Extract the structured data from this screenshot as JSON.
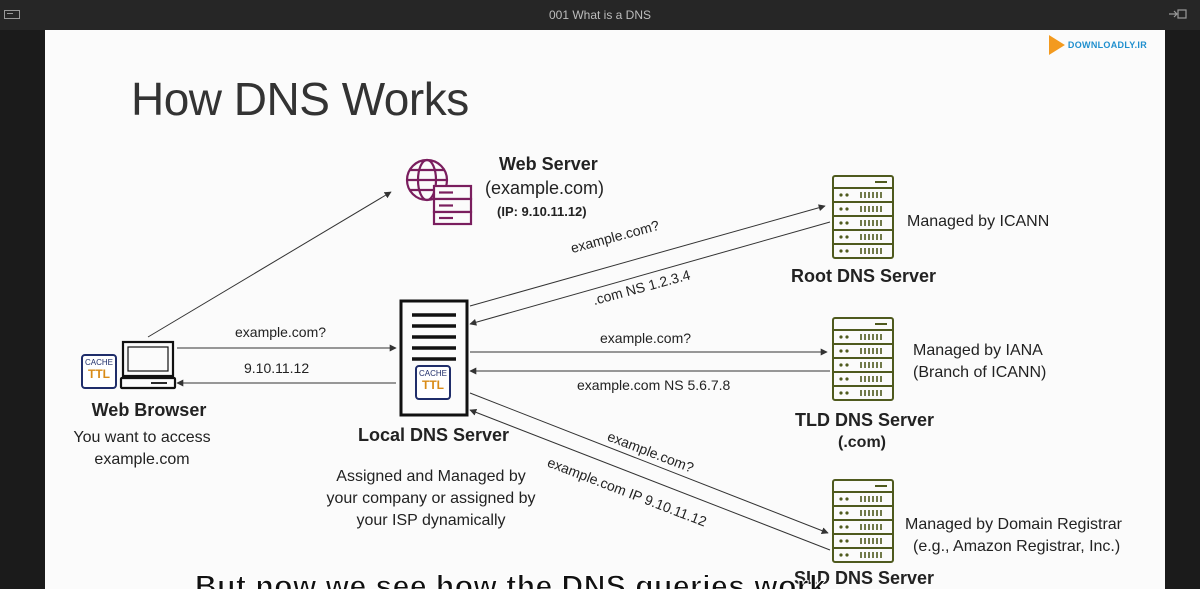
{
  "window": {
    "title": "001 What is a DNS"
  },
  "logo": {
    "text": "DOWNLOADLY.IR"
  },
  "slide": {
    "title": "How DNS Works",
    "web_server": {
      "name": "Web Server",
      "domain": "(example.com)",
      "ip": "(IP: 9.10.11.12)"
    },
    "root_server": {
      "name": "Root DNS Server",
      "note": "Managed by ICANN"
    },
    "tld_server": {
      "name": "TLD DNS Server",
      "sub": "(.com)",
      "note1": "Managed by IANA",
      "note2": "(Branch of ICANN)"
    },
    "sld_server": {
      "name": "SLD DNS Server",
      "note1": "Managed by Domain Registrar",
      "note2": "(e.g., Amazon Registrar, Inc.)"
    },
    "local_server": {
      "name": "Local DNS Server",
      "desc1": "Assigned and Managed by",
      "desc2": "your company or assigned by",
      "desc3": "your ISP dynamically"
    },
    "browser": {
      "name": "Web Browser",
      "desc1": "You want to access",
      "desc2": "example.com"
    },
    "cache": {
      "label": "CACHE",
      "ttl": "TTL"
    },
    "arrows": {
      "browser_query": "example.com?",
      "browser_answer": "9.10.11.12",
      "root_query": "example.com?",
      "root_answer": ".com NS 1.2.3.4",
      "tld_query": "example.com?",
      "tld_answer": "example.com NS 5.6.7.8",
      "sld_query": "example.com?",
      "sld_answer": "example.com IP 9.10.11.12"
    }
  },
  "subtitle": "But now we see how the DNS queries work",
  "colors": {
    "server_green": "#4f5a1e",
    "web_purple": "#7a1e5e",
    "cache_blue": "#1f2d6a",
    "ttl_orange": "#d98b17"
  }
}
